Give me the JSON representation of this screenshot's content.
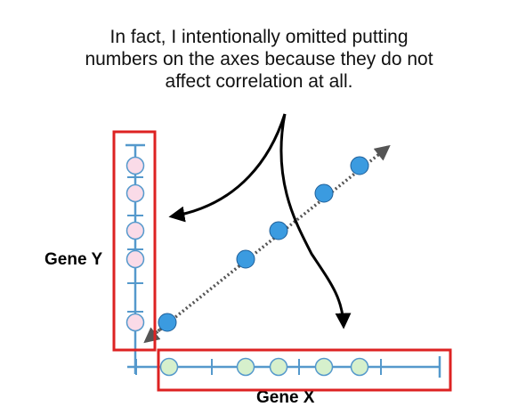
{
  "caption": {
    "lines": [
      "In fact, I intentionally omitted putting",
      "numbers on the axes because they do not",
      "affect correlation at all."
    ]
  },
  "axes": {
    "y_label": "Gene Y",
    "x_label": "Gene X",
    "axis_color": "#5599cc"
  },
  "points": {
    "scatter_color": "#3b9be0",
    "y_projection_color": "#fadbe8",
    "x_projection_color": "#d6f0cc"
  },
  "colors": {
    "highlight_box": "#dd2222",
    "trend_arrow": "#555555",
    "pointer_arrows": "#000000"
  }
}
